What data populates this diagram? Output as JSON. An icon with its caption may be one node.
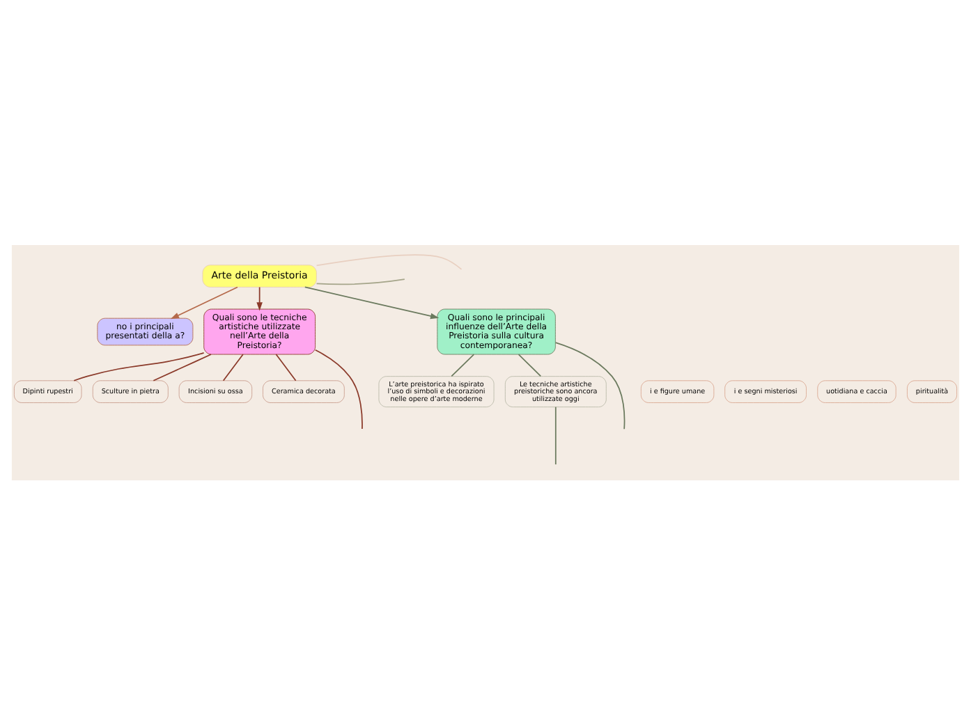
{
  "diagram": {
    "nodes": [
      {
        "text": [
          "Arte della Preistoria"
        ]
      },
      {
        "text": [
          "no i principali presentati della a?"
        ]
      },
      {
        "text": [
          "Quali sono le tecniche artistiche utilizzate nell’Arte della Preistoria?"
        ]
      },
      {
        "text": [
          "Quali sono le principali influenze dell’Arte della Preistoria sulla cultura contemporanea?"
        ]
      },
      {
        "text": [
          "i e figure umane"
        ]
      },
      {
        "text": [
          "i e segni misteriosi"
        ]
      },
      {
        "text": [
          "uotidiana e caccia"
        ]
      },
      {
        "text": [
          "piritualità"
        ]
      },
      {
        "text": [
          "Dipinti rupestri"
        ]
      },
      {
        "text": [
          "Sculture in pietra"
        ]
      },
      {
        "text": [
          "Incisioni su ossa"
        ]
      },
      {
        "text": [
          "Ceramica decorata"
        ]
      },
      {
        "text": [
          "L’arte preistorica ha ispirato l’uso di simboli e decorazioni nelle opere d’arte moderne"
        ]
      },
      {
        "text": [
          "Le tecniche artistiche preistoriche sono ancora utilizzate oggi"
        ]
      }
    ],
    "edges": [
      {
        "from": 0,
        "to": null,
        "arrow": "none",
        "color": "#e8cfc0"
      },
      {
        "from": 0,
        "to": 1,
        "arrow": "to",
        "color": "#b5694a"
      },
      {
        "from": 0,
        "to": 2,
        "arrow": "to",
        "color": "#8b3a2a"
      },
      {
        "from": 0,
        "to": 3,
        "arrow": "to",
        "color": "#6b7a5e"
      },
      {
        "from": 0,
        "to": null,
        "arrow": "none",
        "color": "#a5a58a"
      },
      {
        "from": 2,
        "to": 8,
        "arrow": "none",
        "color": "#8b3a2a"
      },
      {
        "from": 2,
        "to": 9,
        "arrow": "none",
        "color": "#8b3a2a"
      },
      {
        "from": 2,
        "to": 10,
        "arrow": "none",
        "color": "#8b3a2a"
      },
      {
        "from": 2,
        "to": 11,
        "arrow": "none",
        "color": "#8b3a2a"
      },
      {
        "from": 2,
        "to": null,
        "arrow": "none",
        "color": "#8b3a2a"
      },
      {
        "from": 3,
        "to": 12,
        "arrow": "none",
        "color": "#6b7a5e"
      },
      {
        "from": 3,
        "to": 13,
        "arrow": "none",
        "color": "#6b7a5e"
      },
      {
        "from": 3,
        "to": null,
        "arrow": "none",
        "color": "#6b7a5e"
      },
      {
        "from": 13,
        "to": null,
        "arrow": "none",
        "color": "#6b7a5e"
      }
    ]
  }
}
